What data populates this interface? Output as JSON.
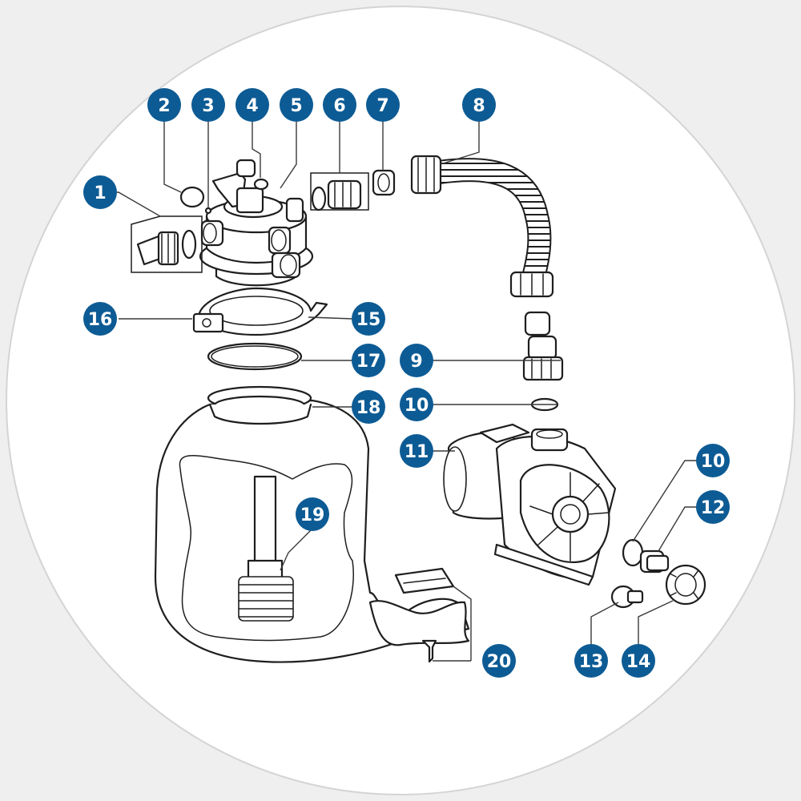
{
  "diagram": {
    "badge_color": "#0d5b94",
    "background": "#efefef",
    "callouts": [
      {
        "id": "c1",
        "label": "1"
      },
      {
        "id": "c2",
        "label": "2"
      },
      {
        "id": "c3",
        "label": "3"
      },
      {
        "id": "c4",
        "label": "4"
      },
      {
        "id": "c5",
        "label": "5"
      },
      {
        "id": "c6",
        "label": "6"
      },
      {
        "id": "c7",
        "label": "7"
      },
      {
        "id": "c8",
        "label": "8"
      },
      {
        "id": "c9",
        "label": "9"
      },
      {
        "id": "c10a",
        "label": "10"
      },
      {
        "id": "c11",
        "label": "11"
      },
      {
        "id": "c10b",
        "label": "10"
      },
      {
        "id": "c12",
        "label": "12"
      },
      {
        "id": "c13",
        "label": "13"
      },
      {
        "id": "c14",
        "label": "14"
      },
      {
        "id": "c15",
        "label": "15"
      },
      {
        "id": "c16",
        "label": "16"
      },
      {
        "id": "c17",
        "label": "17"
      },
      {
        "id": "c18",
        "label": "18"
      },
      {
        "id": "c19",
        "label": "19"
      },
      {
        "id": "c20",
        "label": "20"
      }
    ]
  }
}
